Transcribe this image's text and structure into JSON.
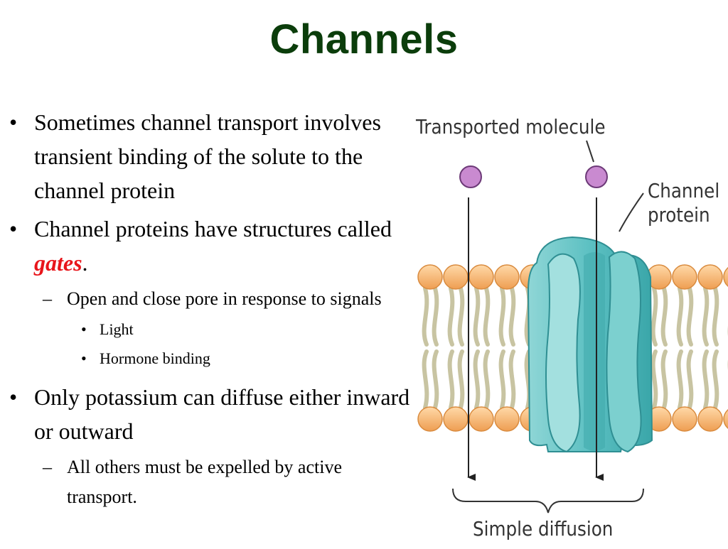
{
  "slide": {
    "title": "Channels",
    "bullets": [
      {
        "text": "Sometimes channel transport involves transient binding of the solute to the channel protein"
      },
      {
        "text_before": "Channel proteins have structures called ",
        "emphasis": "gates",
        "text_after": "."
      },
      {
        "text": "Open and close pore in response to signals"
      },
      {
        "text": "Light"
      },
      {
        "text": "Hormone binding"
      },
      {
        "text": "Only potassium can diffuse either inward or outward"
      },
      {
        "text": "All others must be expelled by active transport."
      }
    ],
    "bullet_glyph": "•",
    "dash_glyph": "–"
  },
  "figure": {
    "label_molecule": "Transported molecule",
    "label_channel_line1": "Channel",
    "label_channel_line2": "protein",
    "label_diffusion": "Simple diffusion",
    "colors": {
      "molecule": "#c98ad0",
      "channel": "#5cc0c2",
      "channel_dark": "#2f8f93",
      "head": "#f6b472",
      "tail": "#c8c4a2",
      "title": "#0b3d0b",
      "gates": "#e8151b"
    }
  }
}
